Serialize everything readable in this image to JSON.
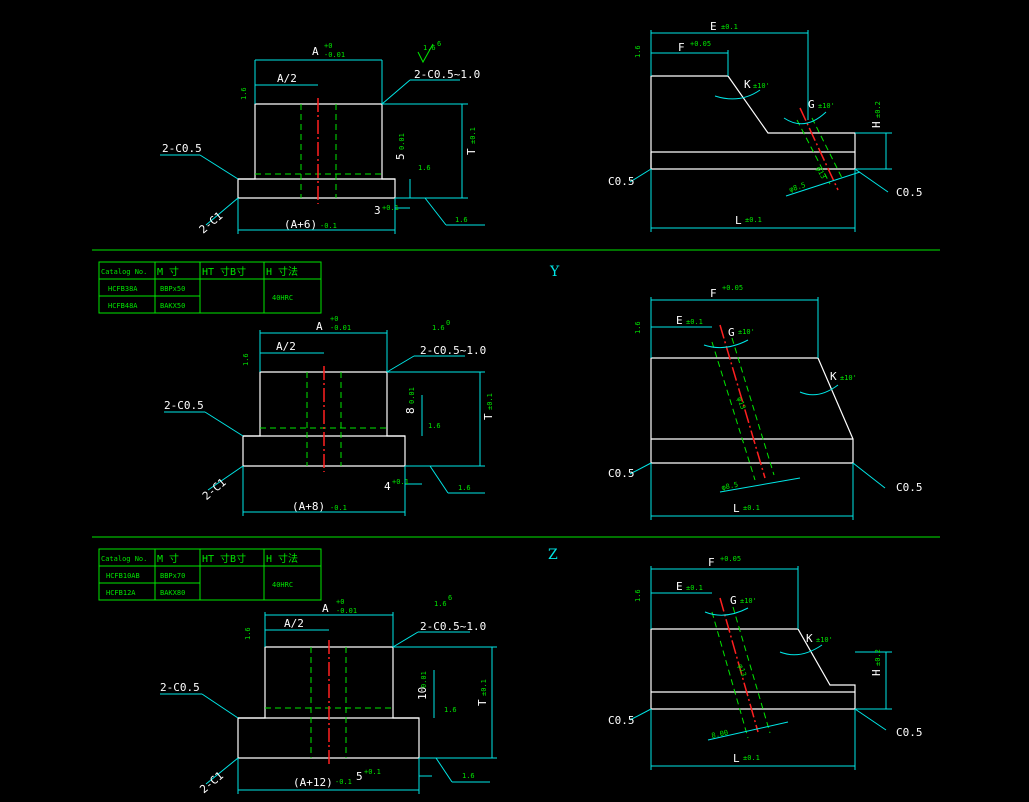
{
  "sections": {
    "y": "Y",
    "z": "Z"
  },
  "tables": {
    "y": {
      "headers": [
        "Catalog No.",
        "M 寸",
        "HT 寸B寸",
        "H 寸法"
      ],
      "rows": [
        [
          "HCFB38A",
          "BBPx50"
        ],
        [
          "HCFB48A",
          "BAKX50"
        ]
      ],
      "hardness": "40HRC"
    },
    "z": {
      "headers": [
        "Catalog No.",
        "M 寸",
        "HT 寸B寸",
        "H 寸法"
      ],
      "rows": [
        [
          "HCFB10AB",
          "BBPx70"
        ],
        [
          "HCFB12A",
          "BAKX80"
        ]
      ],
      "hardness": "40HRC"
    }
  },
  "view1": {
    "a_dim": "A",
    "a_tol_up": "+0",
    "a_tol_dn": "-0.01",
    "a_half": "A/2",
    "finish": "1.6",
    "finish_exp": "6",
    "chamfer_top": "2-C0.5~1.0",
    "chamfer_left": "2-C0.5",
    "c1": "2-C1",
    "small_dim": "5",
    "small_tol": "0.01",
    "t_dim": "T",
    "t_tol": "±0.1",
    "base_dim": "3",
    "base_tol": "+0.1",
    "bottom_dim": "(A+6)",
    "bottom_tol": "-0.1"
  },
  "view2": {
    "e_dim": "E",
    "e_tol": "±0.1",
    "f_dim": "F",
    "f_tol": "+0.05",
    "k_label": "K",
    "k_tol": "±10'",
    "g_label": "G",
    "g_tol": "±10'",
    "h_label": "H",
    "h_tol": "±0.2",
    "c05_left": "C0.5",
    "c05_right": "C0.5",
    "l_dim": "L",
    "l_tol": "±0.1",
    "finish": "1.6",
    "hole1": "φ13",
    "hole2": "φ8.5"
  },
  "view3": {
    "a_dim": "A",
    "a_tol_up": "+0",
    "a_tol_dn": "-0.01",
    "a_half": "A/2",
    "finish": "1.6",
    "finish_exp": "0",
    "chamfer_top": "2-C0.5~1.0",
    "chamfer_left": "2-C0.5",
    "c1": "2-C1",
    "small_dim": "8",
    "small_tol": "0.01",
    "t_dim": "T",
    "t_tol": "±0.1",
    "base_dim": "4",
    "base_tol": "+0.1",
    "bottom_dim": "(A+8)",
    "bottom_tol": "-0.1"
  },
  "view4": {
    "e_dim": "E",
    "e_tol": "±0.1",
    "f_dim": "F",
    "f_tol": "+0.05",
    "k_label": "K",
    "k_tol": "±10'",
    "g_label": "G",
    "g_tol": "±10'",
    "c05_left": "C0.5",
    "c05_right": "C0.5",
    "l_dim": "L",
    "l_tol": "±0.1",
    "finish": "1.6",
    "hole1": "φ13",
    "hole2": "φ8.5"
  },
  "view5": {
    "a_dim": "A",
    "a_tol_up": "+0",
    "a_tol_dn": "-0.01",
    "a_half": "A/2",
    "finish": "1.6",
    "finish_exp": "6",
    "chamfer_top": "2-C0.5~1.0",
    "chamfer_left": "2-C0.5",
    "c1": "2-C1",
    "small_dim": "10",
    "small_tol": "0.01",
    "t_dim": "T",
    "t_tol": "±0.1",
    "base_dim": "5",
    "base_tol": "+0.1",
    "bottom_dim": "(A+12)",
    "bottom_tol": "-0.1",
    "finish_side": "1.6"
  },
  "view6": {
    "e_dim": "E",
    "e_tol": "±0.1",
    "f_dim": "F",
    "f_tol": "+0.05",
    "k_label": "K",
    "k_tol": "±10'",
    "g_label": "G",
    "g_tol": "±10'",
    "h_label": "H",
    "h_tol": "±0.2",
    "c05_left": "C0.5",
    "c05_right": "C0.5",
    "l_dim": "L",
    "l_tol": "±0.1",
    "finish": "1.6",
    "hole1": "φ13",
    "hole2": "8.00"
  }
}
